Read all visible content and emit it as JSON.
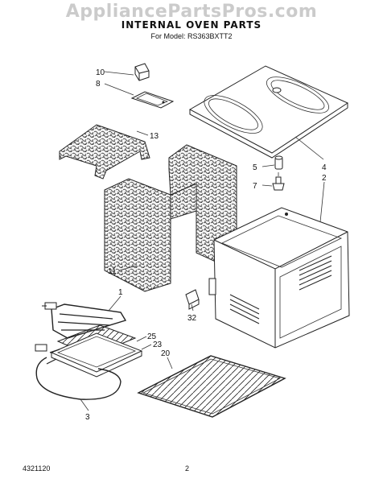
{
  "watermark": "AppliancePartsPros.com",
  "title": "INTERNAL OVEN PARTS",
  "model": "For Model: RS363BXTT2",
  "footer": {
    "left": "4321120",
    "center": "2"
  },
  "callouts": {
    "c10": "10",
    "c8": "8",
    "c13": "13",
    "c5": "5",
    "c4": "4",
    "c7": "7",
    "c2": "2",
    "c11": "11",
    "c1": "1",
    "c32": "32",
    "c25": "25",
    "c23": "23",
    "c20": "20",
    "c3": "3"
  }
}
